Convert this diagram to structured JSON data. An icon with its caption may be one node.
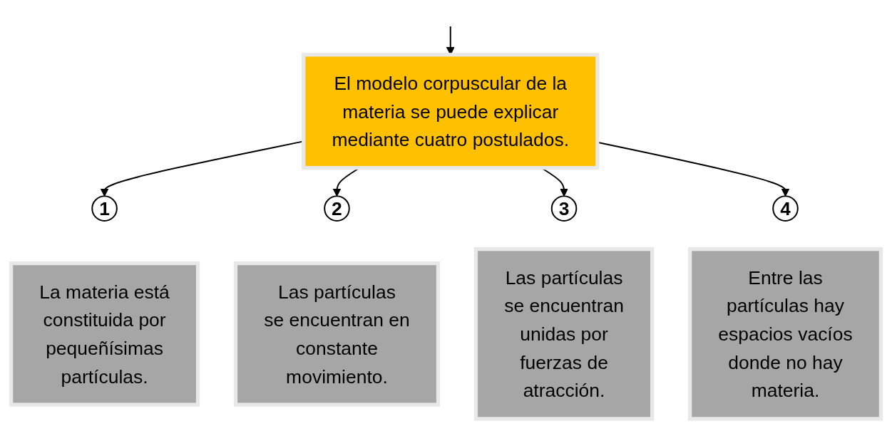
{
  "diagram": {
    "nodes": [
      {
        "text": [
          "El modelo corpuscular de la materia se puede explicar mediante cuatro postulados."
        ]
      },
      {
        "text": [
          "1"
        ]
      },
      {
        "text": [
          "La materia está constituida por pequeñísimas partículas."
        ]
      },
      {
        "text": [
          "2"
        ]
      },
      {
        "text": [
          "Las partículas se encuentran en constante movimiento."
        ]
      },
      {
        "text": [
          "3"
        ]
      },
      {
        "text": [
          "Las partículas se encuentran unidas por fuerzas de atracción."
        ]
      },
      {
        "text": [
          "4"
        ]
      },
      {
        "text": [
          "Entre las partículas hay espacios vacíos donde no hay materia."
        ]
      }
    ],
    "edges": [
      {
        "from": null,
        "to": 0,
        "arrow": "to"
      },
      {
        "from": 0,
        "to": 1,
        "arrow": "to"
      },
      {
        "from": 0,
        "to": 3,
        "arrow": "to"
      },
      {
        "from": 0,
        "to": 5,
        "arrow": "to"
      },
      {
        "from": 0,
        "to": 7,
        "arrow": "to"
      }
    ]
  }
}
